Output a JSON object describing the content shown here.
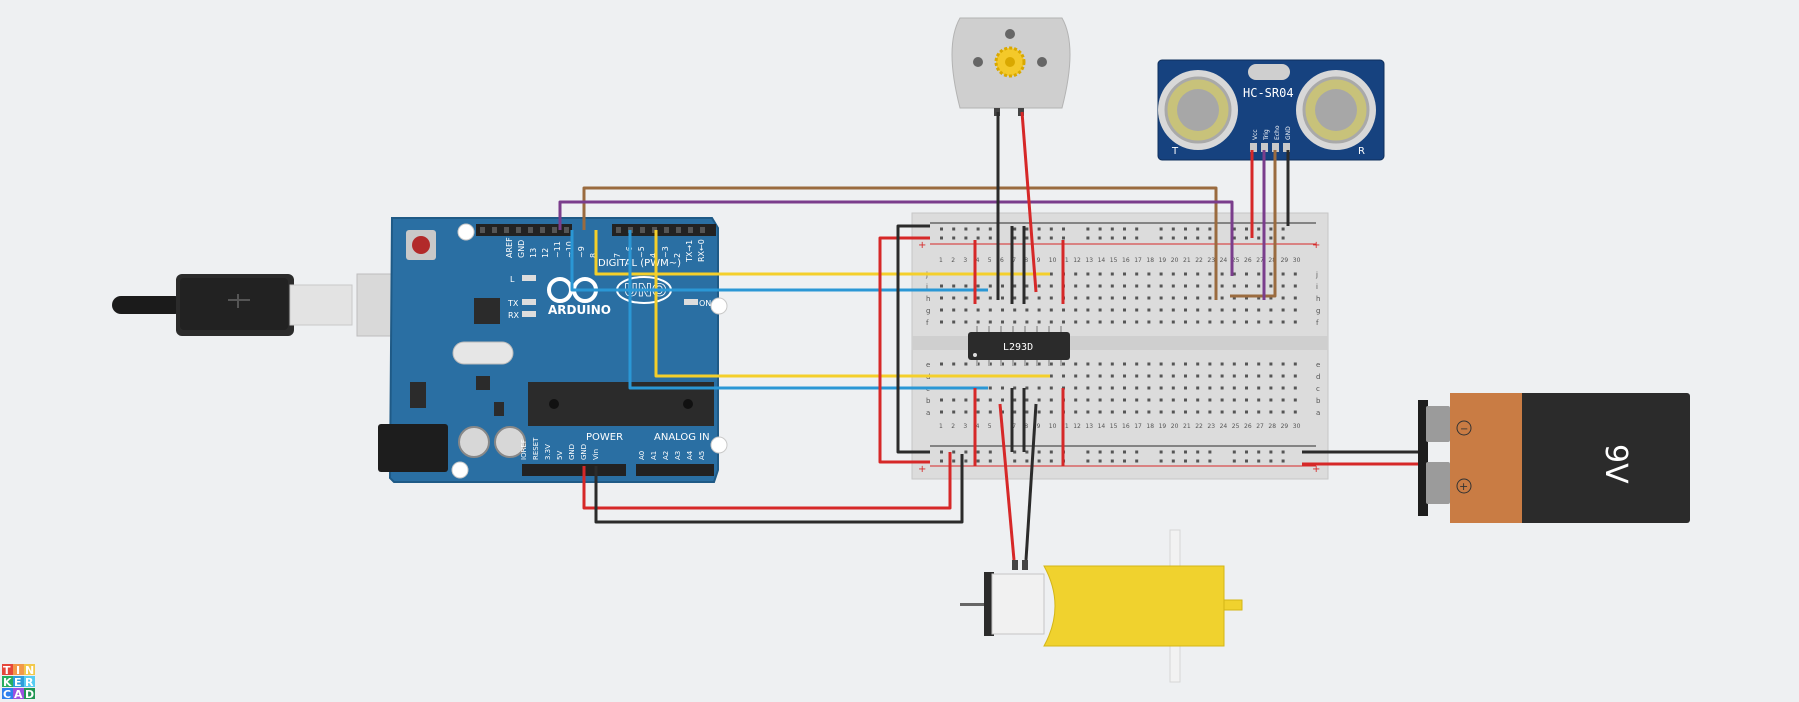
{
  "canvas": {
    "background": "#eef0f2"
  },
  "arduino": {
    "brand": "ARDUINO",
    "model": "UNO",
    "digital_label": "DIGITAL (PWM~)",
    "power_label": "POWER",
    "analog_label": "ANALOG IN",
    "led_l": "L",
    "led_tx": "TX",
    "led_rx": "RX",
    "led_on": "ON",
    "digital_pins": [
      "AREF",
      "GND",
      "13",
      "12",
      "~11",
      "~10",
      "~9",
      "8",
      "7",
      "~6",
      "~5",
      "4",
      "~3",
      "2",
      "TX→1",
      "RX←0"
    ],
    "power_pins": [
      "IOREF",
      "RESET",
      "3.3V",
      "5V",
      "GND",
      "GND",
      "Vin"
    ],
    "analog_pins": [
      "A0",
      "A1",
      "A2",
      "A3",
      "A4",
      "A5"
    ]
  },
  "breadboard": {
    "rows_top": [
      "j",
      "i",
      "h",
      "g",
      "f"
    ],
    "rows_bottom": [
      "e",
      "d",
      "c",
      "b",
      "a"
    ],
    "columns": [
      "1",
      "2",
      "3",
      "4",
      "5",
      "6",
      "7",
      "8",
      "9",
      "10",
      "11",
      "12",
      "13",
      "14",
      "15",
      "16",
      "17",
      "18",
      "19",
      "20",
      "21",
      "22",
      "23",
      "24",
      "25",
      "26",
      "27",
      "28",
      "29",
      "30"
    ],
    "rail_plus": "+",
    "rail_minus": "−"
  },
  "driver_ic": {
    "label": "L293D"
  },
  "sensor": {
    "label": "HC-SR04",
    "pins": [
      "Vcc",
      "Trig",
      "Echo",
      "GND"
    ],
    "left_mark": "T",
    "right_mark": "R"
  },
  "battery": {
    "label": "9V",
    "minus": "−",
    "plus": "+"
  },
  "logo": {
    "letters": [
      "T",
      "I",
      "N",
      "K",
      "E",
      "R",
      "C",
      "A",
      "D"
    ]
  },
  "colors": {
    "arduino_blue": "#2a6fa3",
    "wire_red": "#d62828",
    "wire_black": "#2b2b2b",
    "wire_yellow": "#f4cf2b",
    "wire_blue": "#2a97d5",
    "wire_purple": "#7a3d8c",
    "wire_brown": "#9a6b3f",
    "sensor_blue": "#16427f",
    "battery_orange": "#c97c44",
    "motor_yellow": "#f0d22e"
  }
}
